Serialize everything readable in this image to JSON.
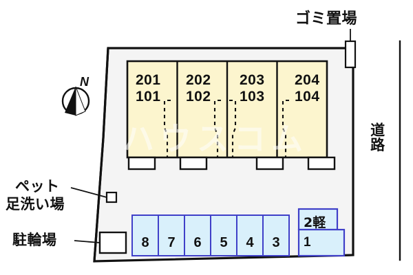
{
  "meta": {
    "doc_type": "property-site-plan",
    "watermark": "ハウスコム"
  },
  "colors": {
    "site_fill": "#f4f4f4",
    "site_stroke": "#111111",
    "building_fill": "#fcf5ce",
    "building_stroke": "#111111",
    "parking_fill": "#d9f0fb",
    "parking_stroke": "#3f3fc8",
    "road_line": "#111111",
    "text": "#111111",
    "page_bg": "#ffffff"
  },
  "annotations": {
    "trash_area": "ゴミ置場",
    "road": "道路",
    "pet_wash_line1": "ペット",
    "pet_wash_line2": "足洗い場",
    "bicycle_parking": "駐輪場",
    "north": "N"
  },
  "building": {
    "units": [
      {
        "upper": "201",
        "lower": "101"
      },
      {
        "upper": "202",
        "lower": "102"
      },
      {
        "upper": "203",
        "lower": "103"
      },
      {
        "upper": "204",
        "lower": "104"
      }
    ]
  },
  "parking": {
    "row_stalls": [
      "8",
      "7",
      "6",
      "5",
      "4",
      "3"
    ],
    "kei_stall_label": "2軽",
    "stall_one": "1"
  }
}
